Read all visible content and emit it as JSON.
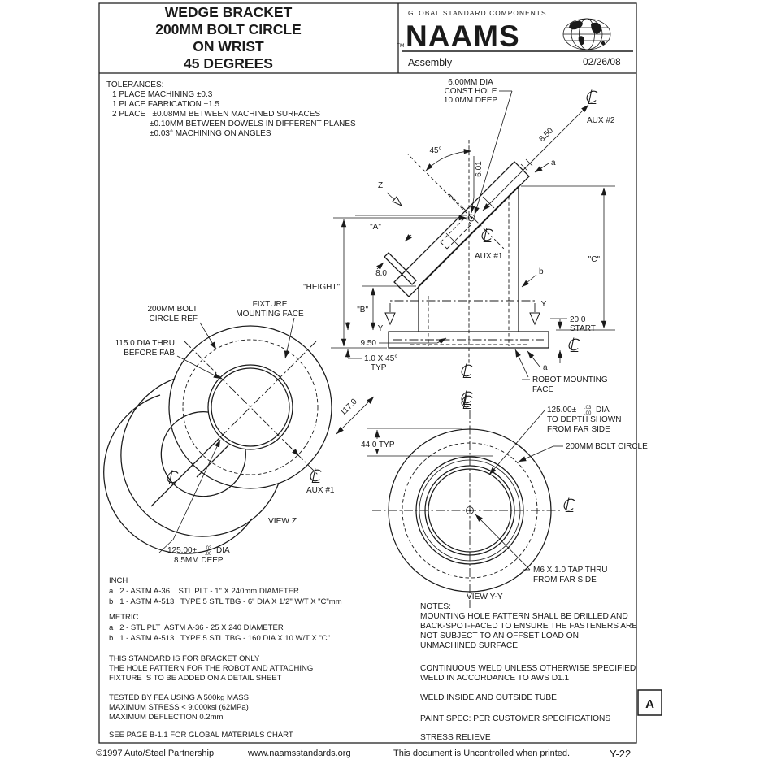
{
  "header": {
    "title_lines": [
      "WEDGE BRACKET",
      "200MM BOLT CIRCLE",
      "ON WRIST",
      "45 DEGREES"
    ],
    "brand_tagline": "GLOBAL STANDARD COMPONENTS",
    "brand": "NAAMS",
    "trademark": "TM",
    "doc_type": "Assembly",
    "date": "02/26/08"
  },
  "tolerances": {
    "lines": [
      "TOLERANCES:",
      "1 PLACE MACHINING ±0.3",
      "1 PLACE FABRICATION ±1.5",
      "2 PLACE   ±0.08MM BETWEEN MACHINED SURFACES",
      "±0.10MM BETWEEN DOWELS IN DIFFERENT PLANES",
      "±0.03° MACHINING ON ANGLES"
    ]
  },
  "main_view": {
    "const_hole": [
      "6.00MM DIA",
      "CONST HOLE",
      "10.0MM DEEP"
    ],
    "angle_45": "45°",
    "dim_6_01": "6.01",
    "aux2": "AUX #2",
    "dim_8_50": "8.50",
    "plate_label_top": "a",
    "view_z_arrow": "Z",
    "dim_a": "\"A\"",
    "aux1": "AUX #1",
    "height_label": "\"HEIGHT\"",
    "dim_8_0": "8.0",
    "dim_b": "\"B\"",
    "dim_c": "\"C\"",
    "section_y_left": "Y",
    "section_y_right": "Y",
    "dim_20": "20.0",
    "start_label": "START",
    "dim_9_50": "9.50",
    "chamfer_l1": "1.0 X 45°",
    "chamfer_l2": "TYP",
    "tube_label": "b",
    "plate_label_bottom": "a",
    "robot_face_l1": "ROBOT MOUNTING",
    "robot_face_l2": "FACE"
  },
  "view_z": {
    "bolt_ref_l1": "200MM BOLT",
    "bolt_ref_l2": "CIRCLE REF",
    "fixture_l1": "FIXTURE",
    "fixture_l2": "MOUNTING FACE",
    "dia_115_l1": "115.0 DIA THRU",
    "dia_115_l2": "BEFORE FAB",
    "dim_117": "117.0",
    "aux1": "AUX #1",
    "bore_dim": "125.00±",
    "bore_tol_top": ".03",
    "bore_tol_bot": ".00",
    "bore_dia_word": "DIA",
    "bore_depth": "8.5MM DEEP",
    "title": "VIEW Z"
  },
  "view_yy": {
    "dim_44": "44.0 TYP",
    "bore_dim": "125.00±",
    "bore_tol_top": ".03",
    "bore_tol_bot": ".00",
    "bore_dia_word": "DIA",
    "bore_l2": "TO DEPTH SHOWN",
    "bore_l3": "FROM FAR SIDE",
    "bolt_circle": "200MM BOLT CIRCLE",
    "tap_l1": "M6 X 1.0 TAP THRU",
    "tap_l2": "FROM FAR SIDE",
    "title": "VIEW Y-Y"
  },
  "materials": {
    "inch_header": "INCH",
    "inch_a": "a   2 - ASTM A-36    STL PLT - 1\" X 240mm DIAMETER",
    "inch_b": "b   1 - ASTM A-513   TYPE 5 STL TBG - 6\" DIA X 1/2\" W/T X \"C\"mm",
    "metric_header": "METRIC",
    "metric_a": "a   2 - STL PLT  ASTM A-36 - 25 X 240 DIAMETER",
    "metric_b": "b   1 - ASTM A-513   TYPE 5 STL TBG - 160 DIA X 10 W/T X \"C\"",
    "standard_1": "THIS STANDARD IS FOR BRACKET ONLY",
    "standard_2": "THE HOLE PATTERN FOR THE ROBOT AND ATTACHING",
    "standard_3": "FIXTURE IS TO BE ADDED ON A DETAIL SHEET",
    "fea_1": "TESTED BY FEA USING A 500kg MASS",
    "fea_2": "MAXIMUM STRESS < 9,000ksi (62MPa)",
    "fea_3": "MAXIMUM DEFLECTION 0.2mm",
    "see_page": "SEE PAGE B-1.1 FOR GLOBAL MATERIALS CHART"
  },
  "notes": {
    "header": "NOTES:",
    "mounting_1": "MOUNTING HOLE PATTERN SHALL BE DRILLED AND",
    "mounting_2": "BACK-SPOT-FACED TO ENSURE THE FASTENERS ARE",
    "mounting_3": "NOT SUBJECT TO AN OFFSET LOAD ON",
    "mounting_4": "UNMACHINED SURFACE",
    "weld_1": "CONTINUOUS WELD UNLESS OTHERWISE SPECIFIED",
    "weld_2": "WELD IN ACCORDANCE TO AWS D1.1",
    "weld_tube": "WELD INSIDE AND OUTSIDE TUBE",
    "paint": "PAINT SPEC: PER CUSTOMER SPECIFICATIONS",
    "stress": "STRESS RELIEVE"
  },
  "revision": "A",
  "footer": {
    "copyright": "©1997 Auto/Steel Partnership",
    "url": "www.naamsstandards.org",
    "uncontrolled": "This document is Uncontrolled when printed.",
    "page": "Y-22"
  },
  "colors": {
    "ink": "#1a1a1a",
    "paper": "#ffffff"
  },
  "symbols": {
    "centerline_mark": "℄",
    "globe": "globe-icon"
  }
}
